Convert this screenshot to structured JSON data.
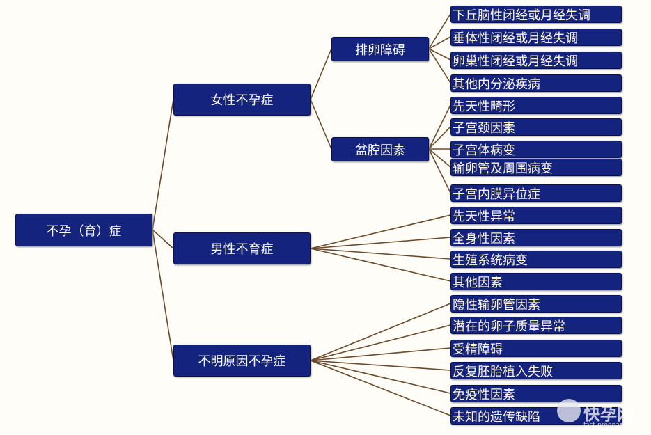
{
  "root": "不孕（育）症",
  "branches": [
    {
      "label": "女性不孕症",
      "groups": [
        {
          "label": "排卵障碍",
          "items": [
            "下丘脑性闭经或月经失调",
            "垂体性闭经或月经失调",
            "卵巢性闭经或月经失调",
            "其他内分泌疾病"
          ]
        },
        {
          "label": "盆腔因素",
          "items": [
            "先天性畸形",
            "子宫颈因素",
            "子宫体病变",
            "输卵管及周围病变",
            "子宫内膜异位症"
          ]
        }
      ]
    },
    {
      "label": "男性不育症",
      "items": [
        "先天性异常",
        "全身性因素",
        "生殖系统病变",
        "其他因素"
      ]
    },
    {
      "label": "不明原因不孕症",
      "items": [
        "隐性输卵管因素",
        "潜在的卵子质量异常",
        "受精障碍",
        "反复胚胎植入失败",
        "免疫性因素",
        "未知的遗传缺陷"
      ]
    }
  ],
  "watermark": {
    "name": "快孕网",
    "url": "fast-pregnancy.com"
  },
  "colors": {
    "box": "#14237e",
    "line": "#6b4a2a"
  }
}
